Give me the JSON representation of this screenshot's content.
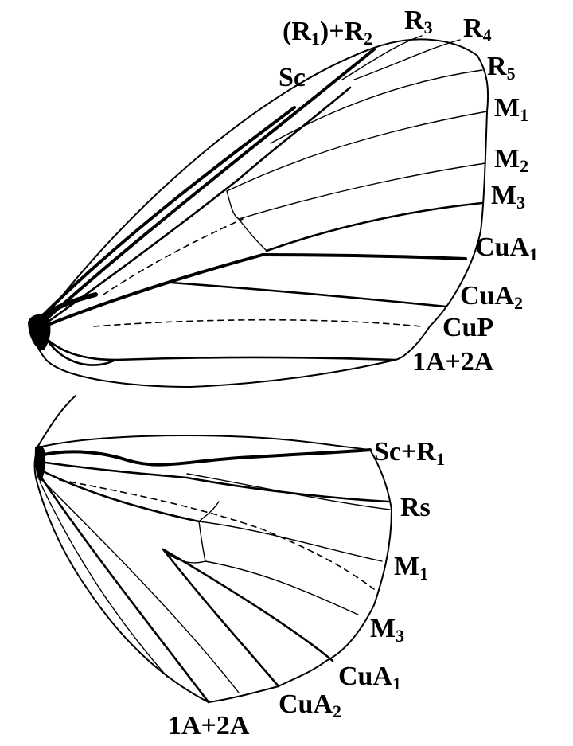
{
  "forewing": {
    "labels": {
      "r1r2": {
        "main": "(R",
        "sub": "1",
        "tail": ")+R",
        "sub2": "2"
      },
      "r3": {
        "main": "R",
        "sub": "3"
      },
      "r4": {
        "main": "R",
        "sub": "4"
      },
      "r5": {
        "main": "R",
        "sub": "5"
      },
      "sc": {
        "main": "Sc"
      },
      "m1": {
        "main": "M",
        "sub": "1"
      },
      "m2": {
        "main": "M",
        "sub": "2"
      },
      "m3": {
        "main": "M",
        "sub": "3"
      },
      "cua1": {
        "main": "CuA",
        "sub": "1"
      },
      "cua2": {
        "main": "CuA",
        "sub": "2"
      },
      "cup": {
        "main": "CuP"
      },
      "anal": {
        "main": "1A+2A"
      }
    }
  },
  "hindwing": {
    "labels": {
      "scr1": {
        "main": "Sc+R",
        "sub": "1"
      },
      "rs": {
        "main": "Rs"
      },
      "m1": {
        "main": "M",
        "sub": "1"
      },
      "m3": {
        "main": "M",
        "sub": "3"
      },
      "cua1": {
        "main": "CuA",
        "sub": "1"
      },
      "cua2": {
        "main": "CuA",
        "sub": "2"
      },
      "anal": {
        "main": "1A+2A"
      }
    }
  }
}
